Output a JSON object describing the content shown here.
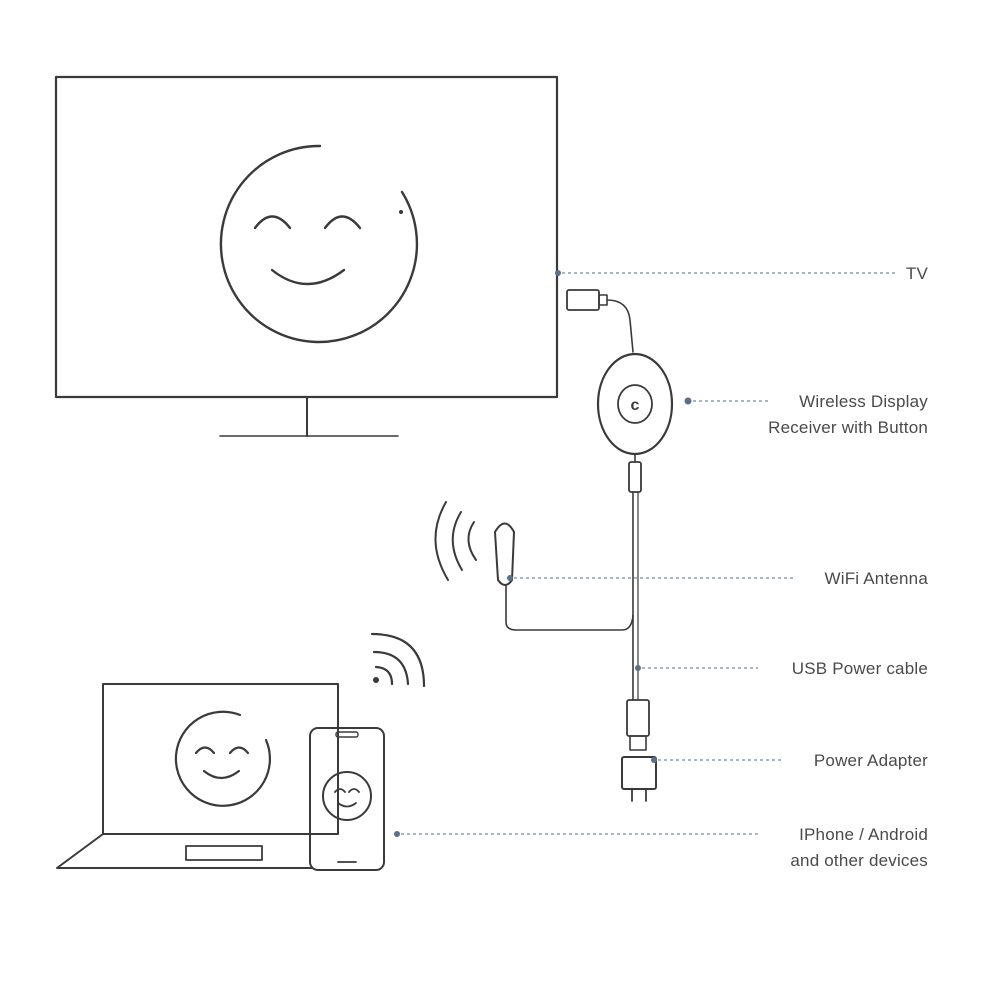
{
  "labels": {
    "tv": "TV",
    "receiver_line1": "Wireless Display",
    "receiver_line2": "Receiver with Button",
    "antenna": "WiFi Antenna",
    "usb_cable": "USB Power cable",
    "adapter": "Power Adapter",
    "devices_line1": "IPhone / Android",
    "devices_line2": "and other devices"
  },
  "receiver_button_glyph": "c",
  "icons": {
    "tv": "tv-icon",
    "receiver": "wireless-display-receiver-icon",
    "antenna": "wifi-antenna-icon",
    "adapter": "power-adapter-icon",
    "laptop": "laptop-icon",
    "phone": "smartphone-icon"
  },
  "colors": {
    "line": "#3a3a3a",
    "leader": "#6f8aa8",
    "text": "#4a4a4a"
  }
}
